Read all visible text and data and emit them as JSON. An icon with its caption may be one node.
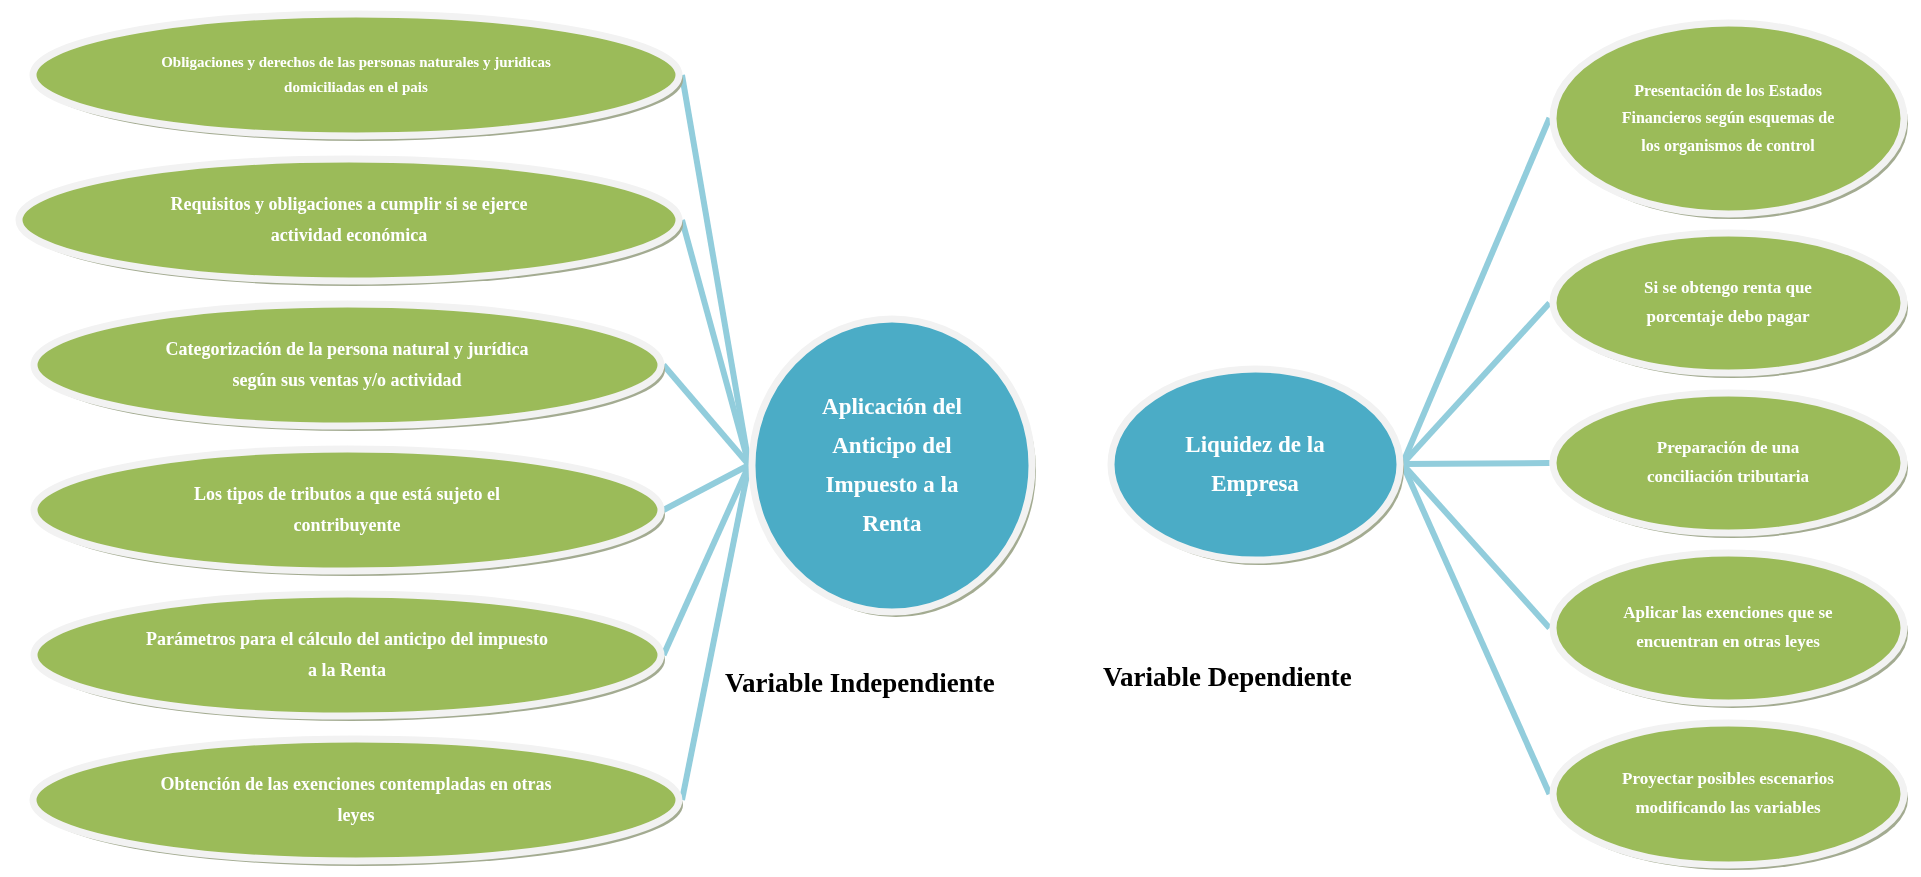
{
  "diagram": {
    "nodes": [
      {
        "text": [
          "Obligaciones y derechos de las personas naturales y juridicas domiciliadas en el pais"
        ]
      },
      {
        "text": [
          "Requisitos y obligaciones a cumplir si se ejerce actividad económica"
        ]
      },
      {
        "text": [
          "Categorización de la persona natural y jurídica según sus ventas y/o actividad"
        ]
      },
      {
        "text": [
          "Los tipos de tributos a que está sujeto el contribuyente"
        ]
      },
      {
        "text": [
          "Parámetros para el cálculo del anticipo del impuesto a la Renta"
        ]
      },
      {
        "text": [
          "Obtención de las exenciones contempladas en otras leyes"
        ]
      },
      {
        "text": [
          "Aplicación del Anticipo del Impuesto a la Renta"
        ]
      },
      {
        "text": [
          "Liquidez de la Empresa"
        ]
      },
      {
        "text": [
          "Presentación de los Estados Financieros según esquemas de los organismos de control"
        ]
      },
      {
        "text": [
          "Si se obtengo renta que porcentaje debo pagar"
        ]
      },
      {
        "text": [
          "Preparación de una conciliación tributaria"
        ]
      },
      {
        "text": [
          "Aplicar las exenciones que se encuentran en otras leyes"
        ]
      },
      {
        "text": [
          "Proyectar posibles escenarios modificando las variables"
        ]
      }
    ],
    "edges": [
      {
        "from": 6,
        "to": 0,
        "arrow": "none"
      },
      {
        "from": 6,
        "to": 1,
        "arrow": "none"
      },
      {
        "from": 6,
        "to": 2,
        "arrow": "none"
      },
      {
        "from": 6,
        "to": 3,
        "arrow": "none"
      },
      {
        "from": 6,
        "to": 4,
        "arrow": "none"
      },
      {
        "from": 6,
        "to": 5,
        "arrow": "none"
      },
      {
        "from": 7,
        "to": 8,
        "arrow": "none"
      },
      {
        "from": 7,
        "to": 9,
        "arrow": "none"
      },
      {
        "from": 7,
        "to": 10,
        "arrow": "none"
      },
      {
        "from": 7,
        "to": 11,
        "arrow": "none"
      },
      {
        "from": 7,
        "to": 12,
        "arrow": "none"
      }
    ],
    "labels": [
      "Variable Independiente",
      "Variable Dependiente"
    ]
  }
}
